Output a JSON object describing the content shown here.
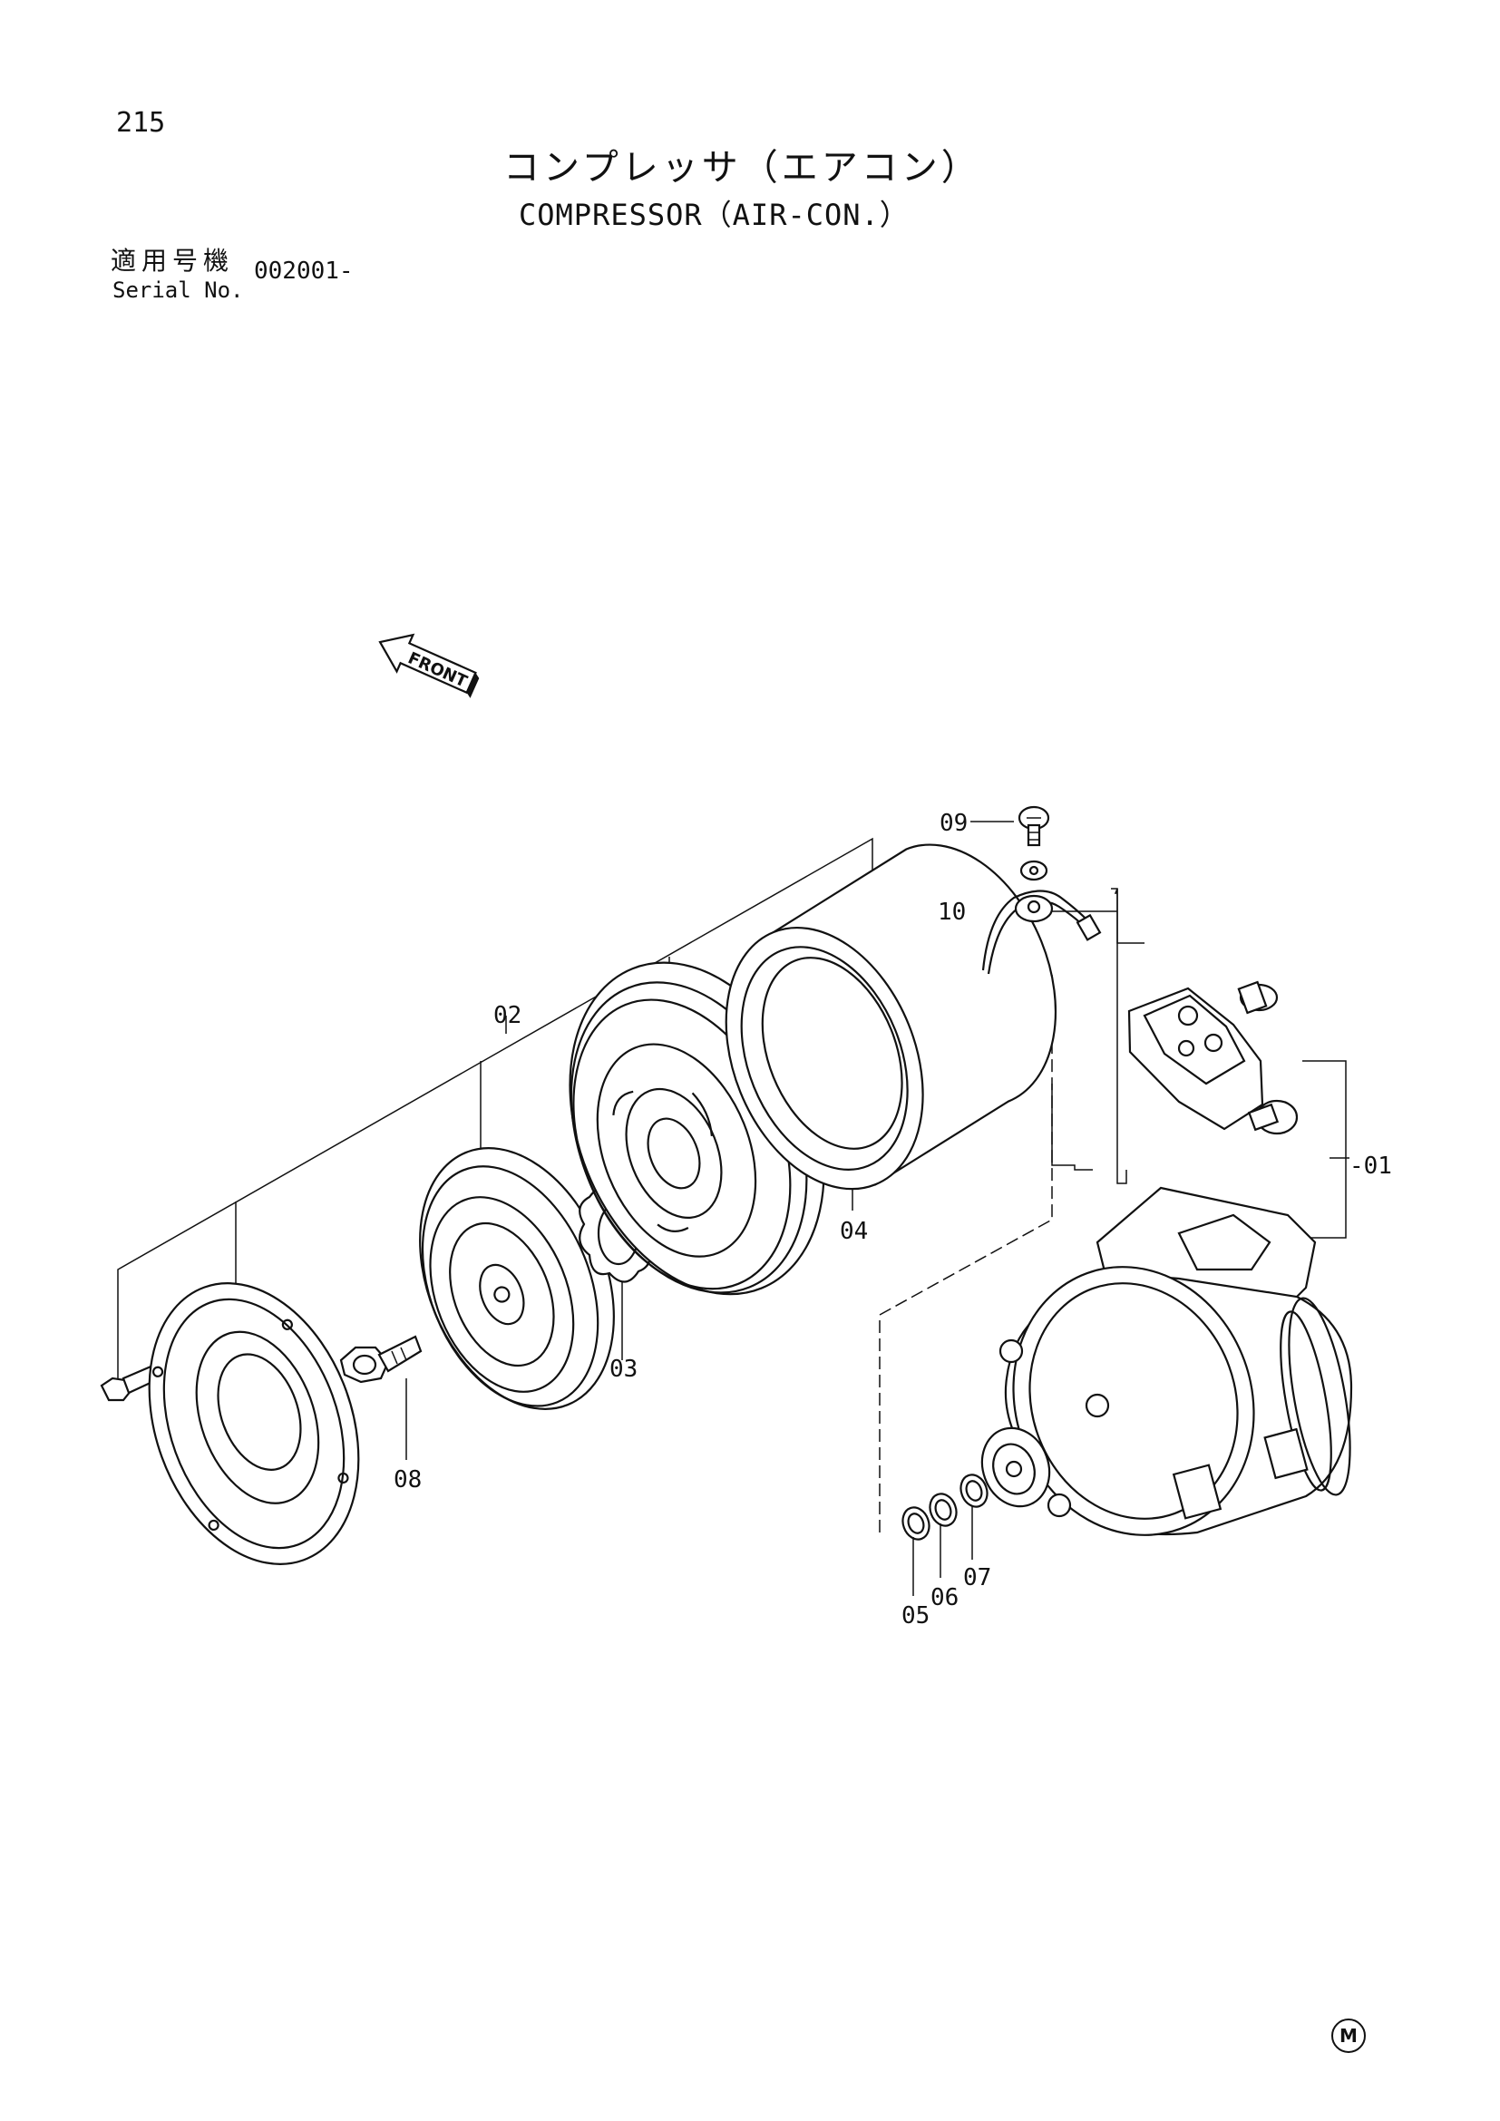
{
  "header": {
    "page_number": "215",
    "title_jp": "コンプレッサ（エアコン）",
    "title_en": "COMPRESSOR（AIR-CON.）",
    "serial_label_jp": "適用号機",
    "serial_label_en": "Serial No.",
    "serial_value": "002001-"
  },
  "direction_label": "FRONT",
  "callouts": [
    {
      "id": "01",
      "label": "-01"
    },
    {
      "id": "02",
      "label": "02"
    },
    {
      "id": "03",
      "label": "03"
    },
    {
      "id": "04",
      "label": "04"
    },
    {
      "id": "05",
      "label": "05"
    },
    {
      "id": "06",
      "label": "06"
    },
    {
      "id": "07",
      "label": "07"
    },
    {
      "id": "08",
      "label": "08"
    },
    {
      "id": "09",
      "label": "09"
    },
    {
      "id": "10",
      "label": "10"
    }
  ],
  "footer_mark": "M"
}
